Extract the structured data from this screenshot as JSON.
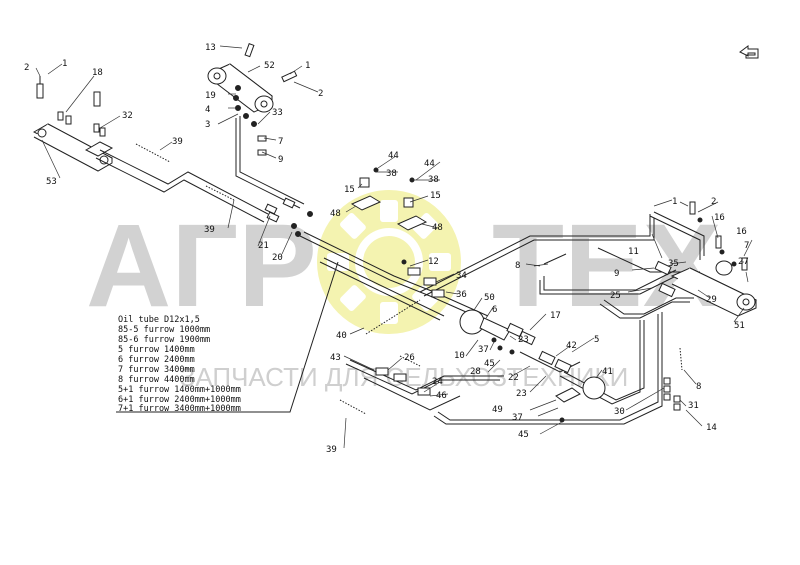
{
  "watermark": {
    "brand_left": "АГР",
    "brand_right": "ТЕХ",
    "subtitle": "ЗАПЧАСТИ ДЛЯ СЕЛЬХОЗТЕХНИКИ",
    "gray_color": "#d0d0d0",
    "gear_color": "#f3f2a8"
  },
  "tube_note": {
    "lines": [
      "Oil tube D12x1,5",
      "85-5 furrow 1000mm",
      "85-6 furrow 1900mm",
      "5 furrow 1400mm",
      "6 furrow 2400mm",
      "7 furrow 3400mm",
      "8 furrow 4400mm",
      "5+1 furrow 1400mm+1000mm",
      "6+1 furrow 2400mm+1000mm",
      "7+1 furrow 3400mm+1000mm"
    ]
  },
  "callouts": [
    "1",
    "2",
    "18",
    "32",
    "39",
    "53",
    "13",
    "52",
    "1",
    "2",
    "19",
    "4",
    "3",
    "33",
    "7",
    "9",
    "39",
    "21",
    "20",
    "44",
    "38",
    "15",
    "48",
    "44",
    "38",
    "15",
    "48",
    "12",
    "34",
    "36",
    "8",
    "1",
    "2",
    "16",
    "11",
    "35",
    "27",
    "7",
    "16",
    "9",
    "25",
    "29",
    "51",
    "50",
    "6",
    "17",
    "40",
    "43",
    "26",
    "10",
    "37",
    "23",
    "5",
    "45",
    "42",
    "41",
    "24",
    "46",
    "28",
    "22",
    "23",
    "49",
    "37",
    "45",
    "39",
    "8",
    "30",
    "31",
    "14"
  ],
  "corner_icon": "return-arrow-icon"
}
